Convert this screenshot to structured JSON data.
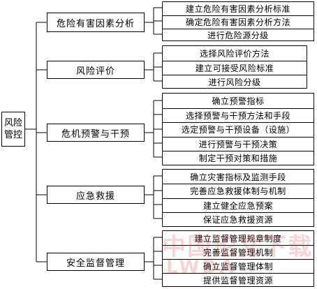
{
  "diagram": {
    "root": {
      "label": "风险管控"
    },
    "categories": [
      {
        "label": "危险有害因素分析",
        "items": [
          "建立危险有害因素分析标准",
          "确定危险有害因素分析方法",
          "进行危险源分级"
        ]
      },
      {
        "label": "风险评价",
        "items": [
          "选择风险评价方法",
          "建立可接受风险标准",
          "进行风险分级"
        ]
      },
      {
        "label": "危机预警与干预",
        "items": [
          "确立预警指标",
          "选择预警与干预方法和手段",
          "选定预警与干预设备（设施）",
          "进行预警与干预决策",
          "制定干预对策和措施"
        ]
      },
      {
        "label": "应急救援",
        "items": [
          "确立灾害指标及监测手段",
          "完善应急救援体制与机制",
          "建立健全应急预案",
          "保证应急救援资源"
        ]
      },
      {
        "label": "安全监督管理",
        "items": [
          "建立监督管理规章制度",
          "完善监督管理机制",
          "确立监督管理体制",
          "提供监督管理资源"
        ]
      }
    ]
  },
  "watermark": {
    "line1": "中国论文下载",
    "line2": "LWDA"
  }
}
